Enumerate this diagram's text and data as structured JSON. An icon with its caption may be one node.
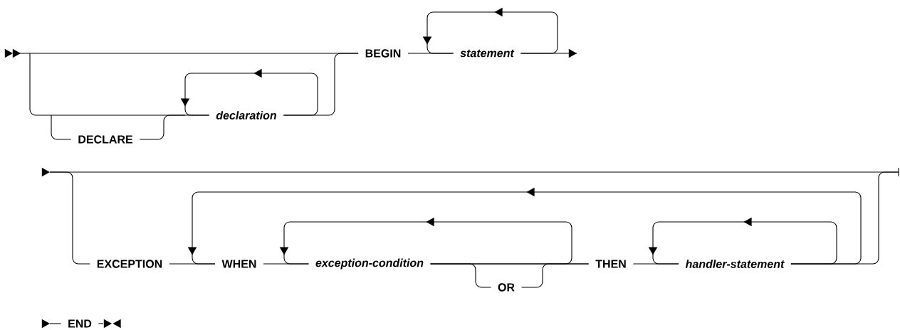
{
  "diagram": {
    "nodes": [
      {
        "text": [
          "BEGIN"
        ]
      },
      {
        "text": [
          "statement"
        ]
      },
      {
        "text": [
          "declaration"
        ]
      },
      {
        "text": [
          "DECLARE"
        ]
      },
      {
        "text": [
          "EXCEPTION"
        ]
      },
      {
        "text": [
          "WHEN"
        ]
      },
      {
        "text": [
          "exception-condition"
        ]
      },
      {
        "text": [
          "THEN"
        ]
      },
      {
        "text": [
          "handler-statement"
        ]
      },
      {
        "text": [
          "OR"
        ]
      },
      {
        "text": [
          "END"
        ]
      }
    ],
    "edges": [
      {
        "from": null,
        "to": 0,
        "arrow": "to"
      },
      {
        "from": null,
        "to": 3,
        "arrow": "none"
      },
      {
        "from": 3,
        "to": 2,
        "arrow": "none"
      },
      {
        "from": 2,
        "to": 2,
        "arrow": "to"
      },
      {
        "from": 2,
        "to": 0,
        "arrow": "none"
      },
      {
        "from": 0,
        "to": 1,
        "arrow": "none"
      },
      {
        "from": 1,
        "to": 1,
        "arrow": "to"
      },
      {
        "from": 1,
        "to": null,
        "arrow": "to"
      },
      {
        "from": null,
        "to": 4,
        "arrow": "to"
      },
      {
        "from": 4,
        "to": 5,
        "arrow": "none"
      },
      {
        "from": 5,
        "to": 6,
        "arrow": "none"
      },
      {
        "from": 6,
        "to": 6,
        "arrow": "to"
      },
      {
        "from": 6,
        "to": 7,
        "arrow": "none"
      },
      {
        "from": 6,
        "to": 9,
        "arrow": "none"
      },
      {
        "from": 9,
        "to": 7,
        "arrow": "none"
      },
      {
        "from": 7,
        "to": 8,
        "arrow": "none"
      },
      {
        "from": 8,
        "to": 8,
        "arrow": "to"
      },
      {
        "from": 8,
        "to": 5,
        "arrow": "to"
      },
      {
        "from": 8,
        "to": null,
        "arrow": "none"
      },
      {
        "from": null,
        "to": 10,
        "arrow": "to"
      },
      {
        "from": 10,
        "to": null,
        "arrow": "to"
      }
    ]
  }
}
